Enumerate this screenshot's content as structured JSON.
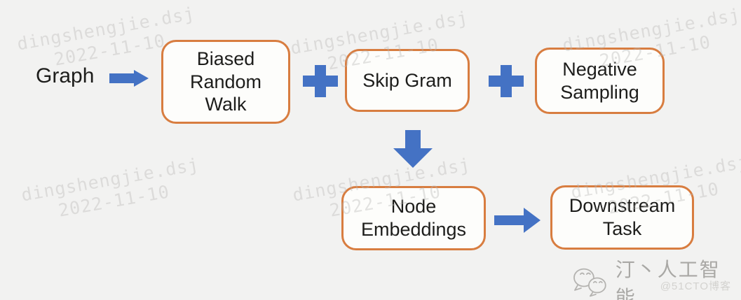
{
  "canvas": {
    "background": "#f2f2f1"
  },
  "palette": {
    "arrow_blue": "#4472c4",
    "box_border_orange": "#d87d40",
    "box_fill": "#fdfdfb",
    "label_text": "#1d1d1b",
    "watermark_gray": "#b9b8b5",
    "footer_gray": "#a9a8a5",
    "credit_gray": "#d3d2cf"
  },
  "diagram": {
    "source_label": "Graph",
    "nodes": [
      {
        "id": "biased-random-walk",
        "label": "Biased Random Walk"
      },
      {
        "id": "skip-gram",
        "label": "Skip Gram"
      },
      {
        "id": "negative-sampling",
        "label": "Negative Sampling"
      },
      {
        "id": "node-embeddings",
        "label": "Node Embeddings"
      },
      {
        "id": "downstream-task",
        "label": "Downstream Task"
      }
    ],
    "operators": [
      {
        "symbol": "+"
      },
      {
        "symbol": "+"
      }
    ],
    "arrows": [
      {
        "id": "graph-to-biased-random-walk",
        "direction": "right"
      },
      {
        "id": "skip-gram-to-node-embeddings",
        "direction": "down"
      },
      {
        "id": "node-embeddings-to-downstream-task",
        "direction": "right"
      }
    ]
  },
  "watermark": {
    "line1": "dingshengjie.dsj",
    "line2": "2022-11-10"
  },
  "footer": {
    "account_name": "汀丶人工智能",
    "credit": "@51CTO博客"
  }
}
